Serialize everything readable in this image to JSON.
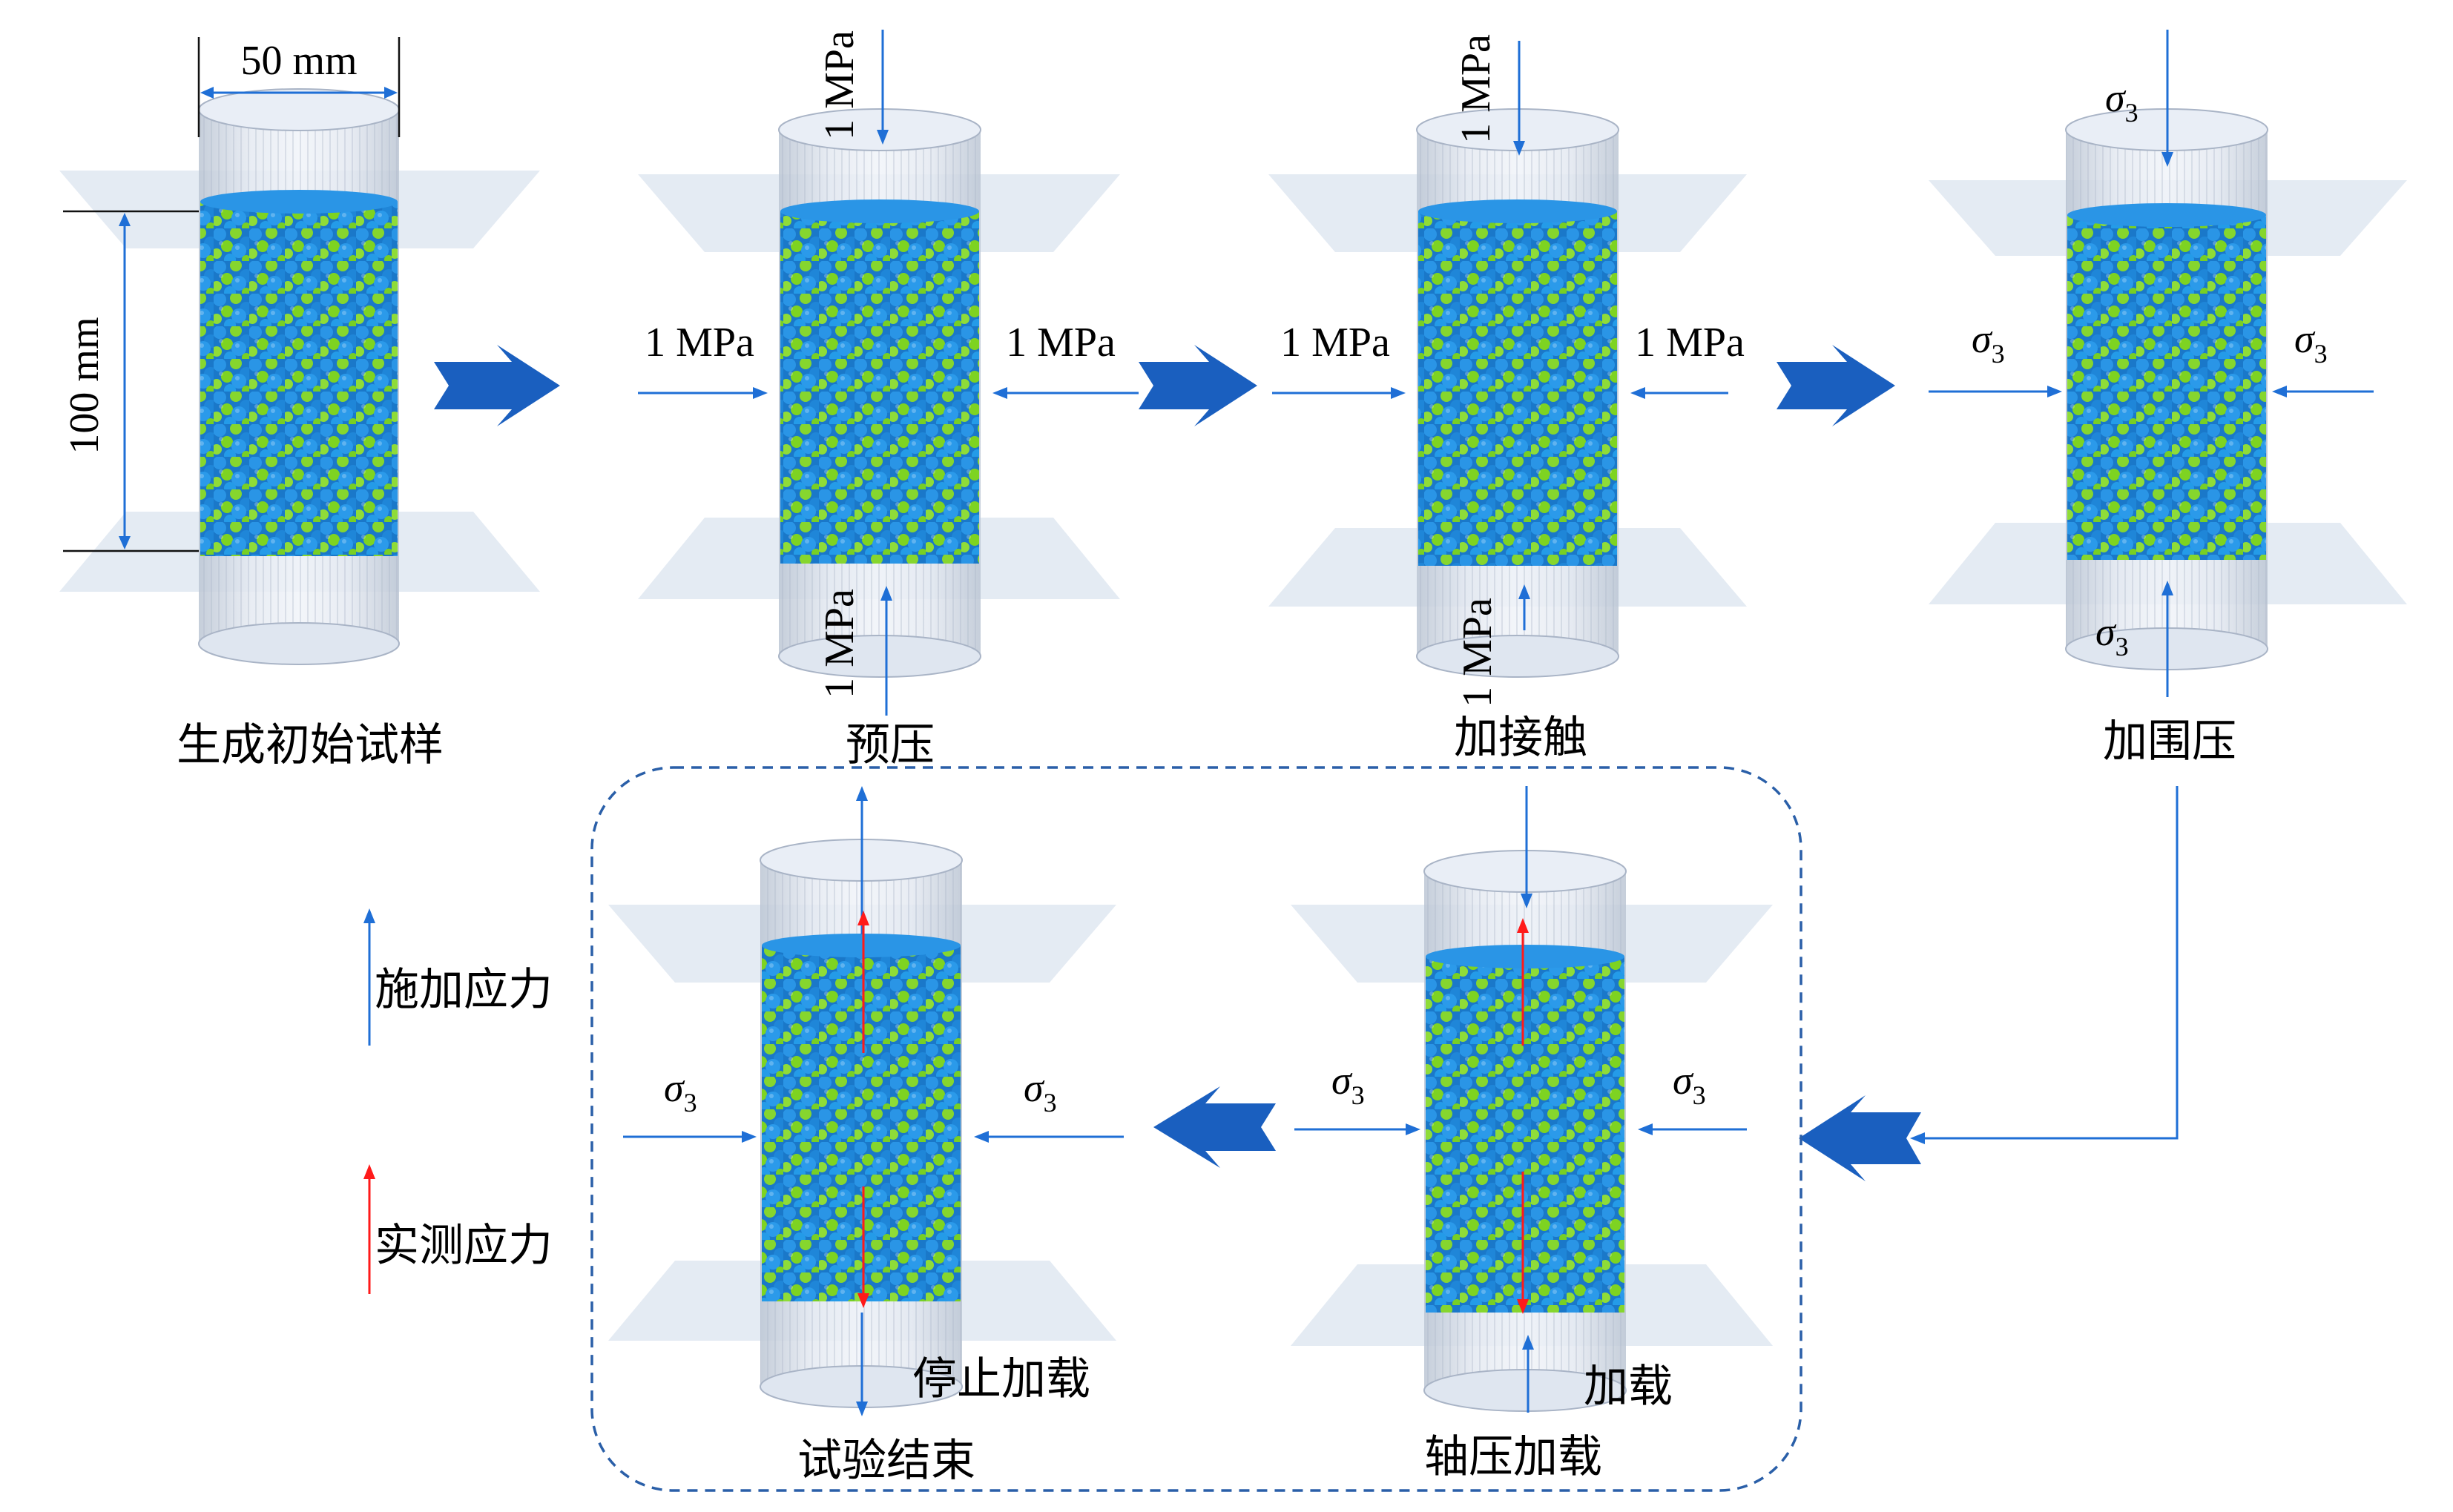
{
  "dimensions": {
    "width_label": "50 mm",
    "height_label": "100 mm"
  },
  "stages": [
    {
      "label": "生成初始试样"
    },
    {
      "label": "预压"
    },
    {
      "label": "加接触"
    },
    {
      "label": "加围压"
    },
    {
      "label": "轴压加载",
      "sub_label": "加载"
    },
    {
      "label": "试验结束",
      "sub_label": "停止加载"
    }
  ],
  "loads": {
    "mpa": "1 MPa",
    "sigma": "σ",
    "sigma_sub": "3"
  },
  "legend": {
    "applied": "施加应力",
    "measured": "实测应力"
  },
  "colors": {
    "applied_arrow": "#1f6fd6",
    "measured_arrow": "#ff1a1a",
    "flow_arrow": "#1a5fbf",
    "ball_blue": "#1e90e0",
    "ball_green": "#7ed321",
    "dashed_box": "#2a5fa8"
  }
}
